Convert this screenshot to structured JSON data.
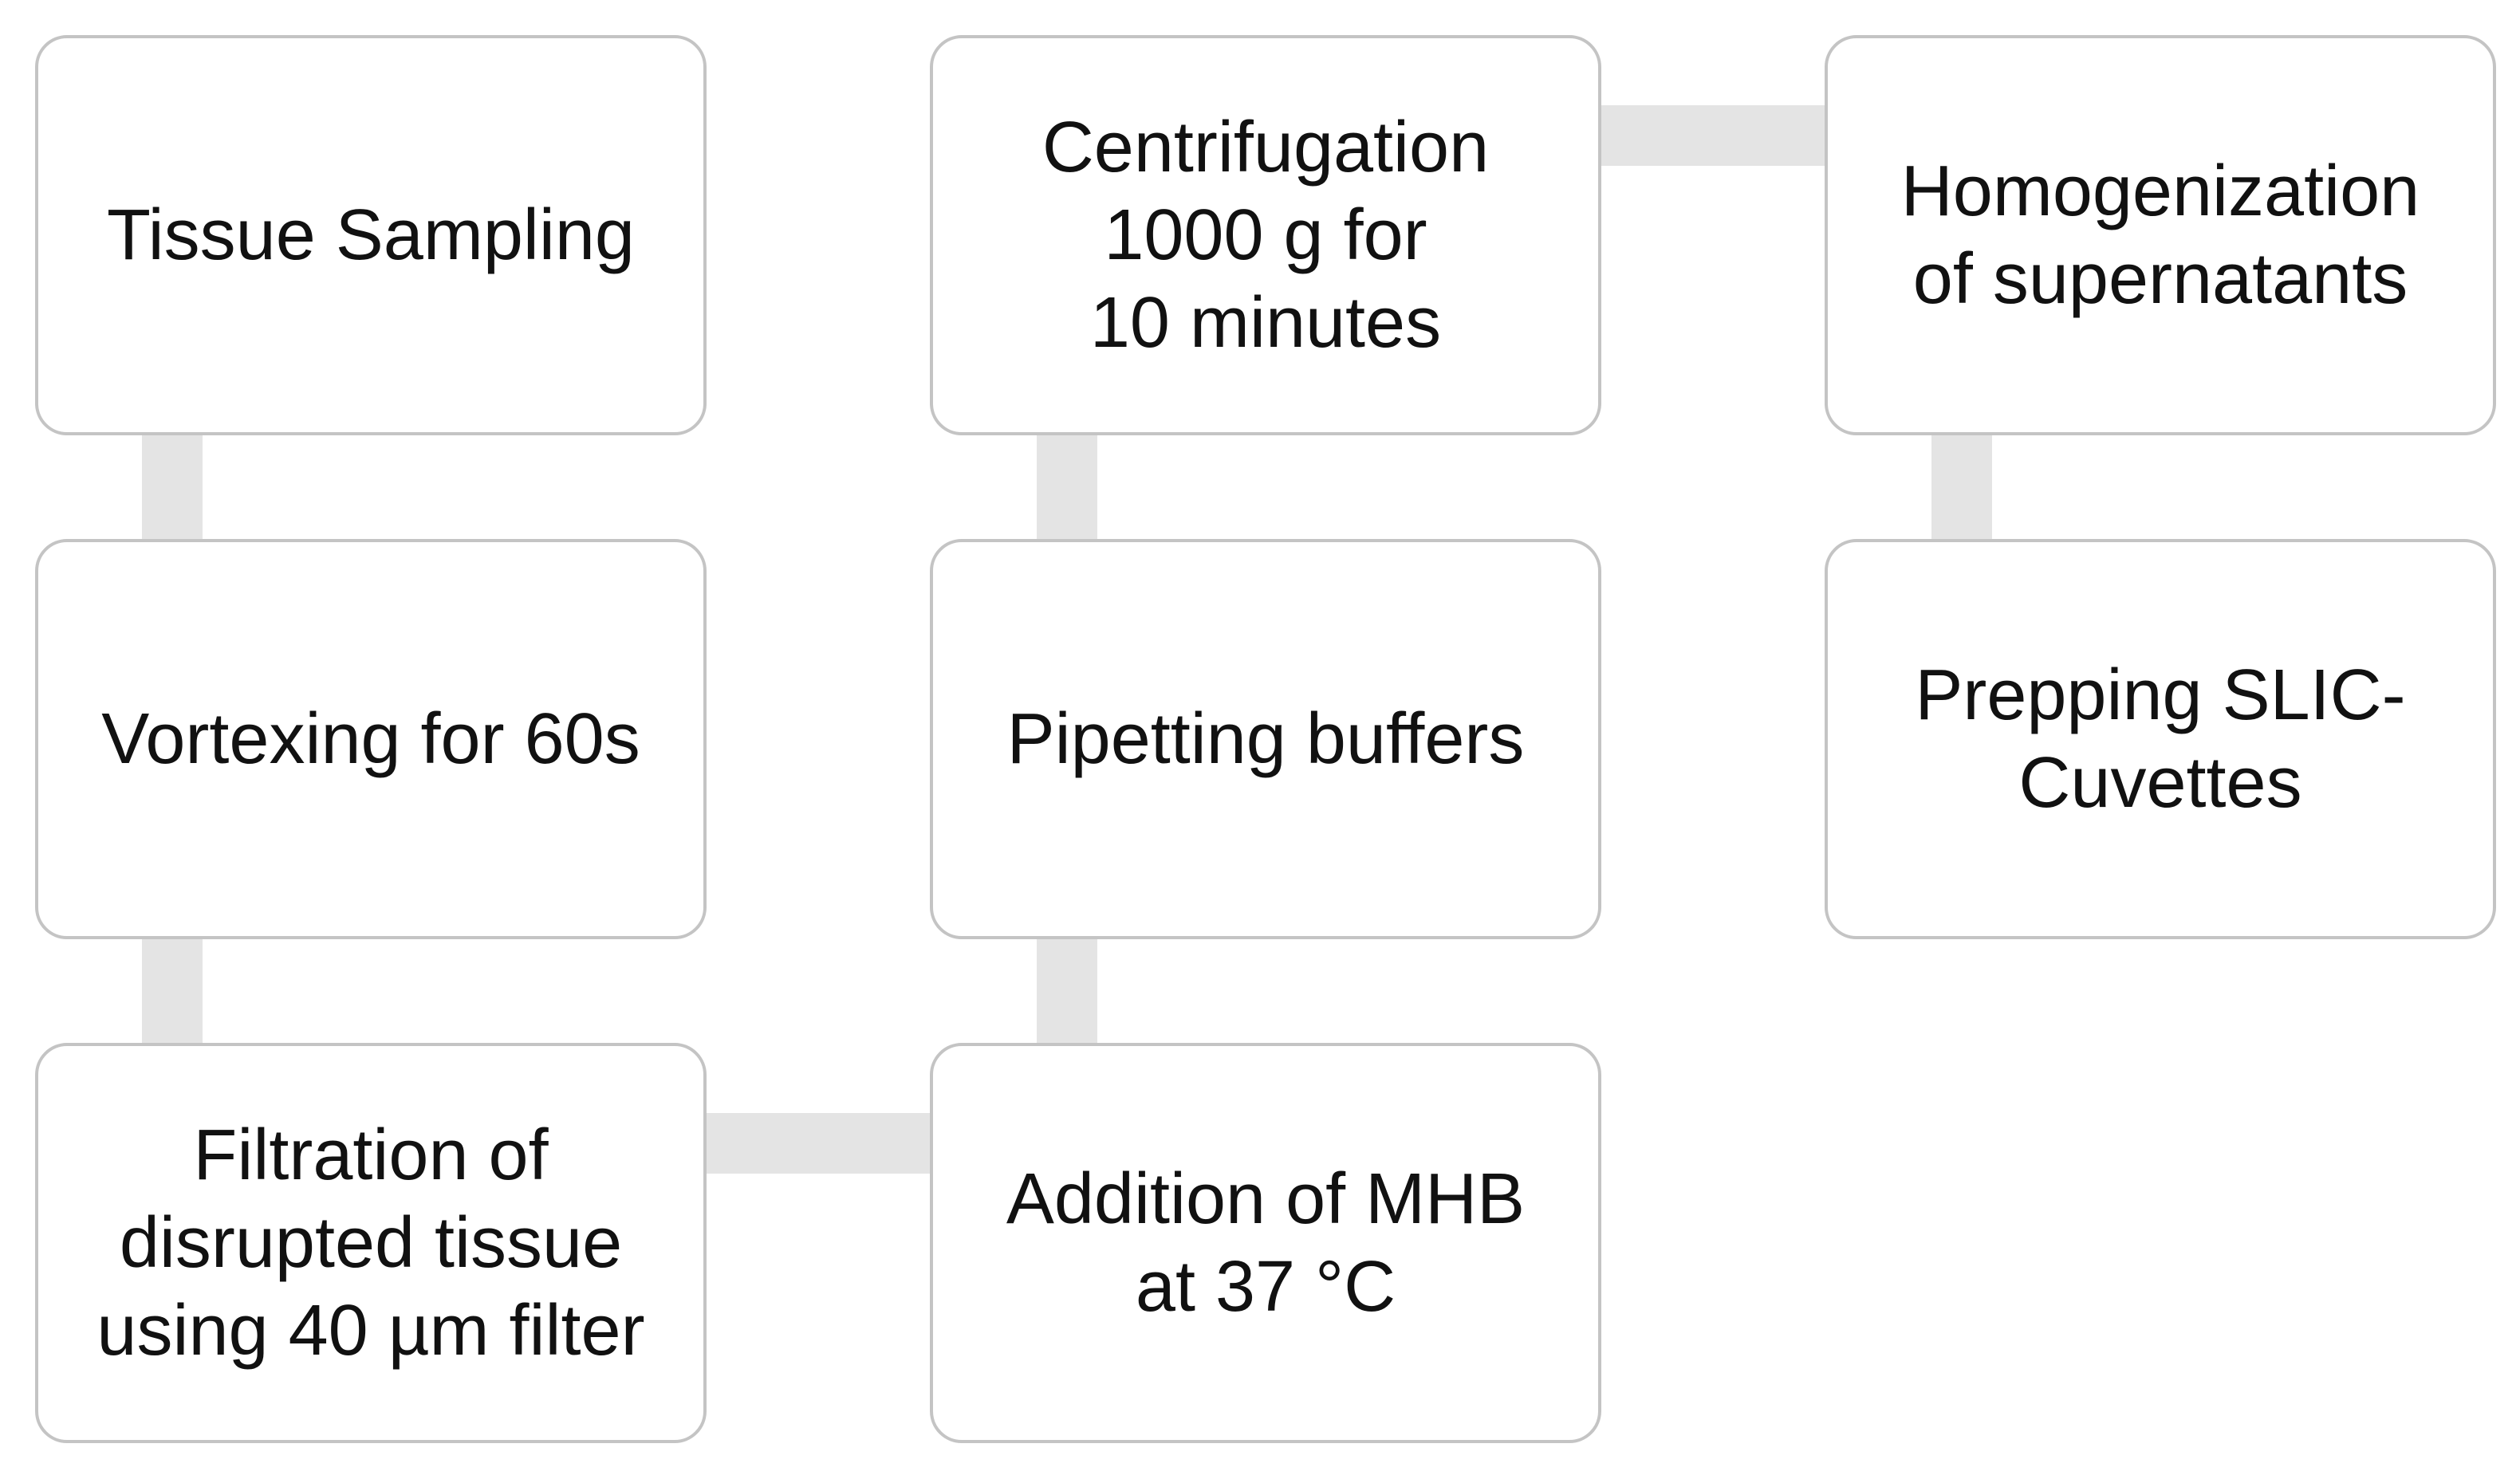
{
  "steps": [
    {
      "id": "tissue-sampling",
      "label": "Tissue Sampling"
    },
    {
      "id": "vortexing",
      "label": "Vortexing for 60s"
    },
    {
      "id": "filtration",
      "label": "Filtration of\ndisrupted tissue\nusing 40 µm filter"
    },
    {
      "id": "addition-mhb",
      "label": "Addition of MHB\nat 37 °C"
    },
    {
      "id": "pipetting",
      "label": "Pipetting buffers"
    },
    {
      "id": "centrifugation",
      "label": "Centrifugation\n1000 g for\n10 minutes"
    },
    {
      "id": "homogenization",
      "label": "Homogenization\nof supernatants"
    },
    {
      "id": "prepping",
      "label": "Prepping SLIC-\nCuvettes"
    }
  ],
  "colors": {
    "box_border": "#c4c4c4",
    "box_fill": "#ffffff",
    "connector": "#e4e4e4",
    "text": "#111111"
  }
}
